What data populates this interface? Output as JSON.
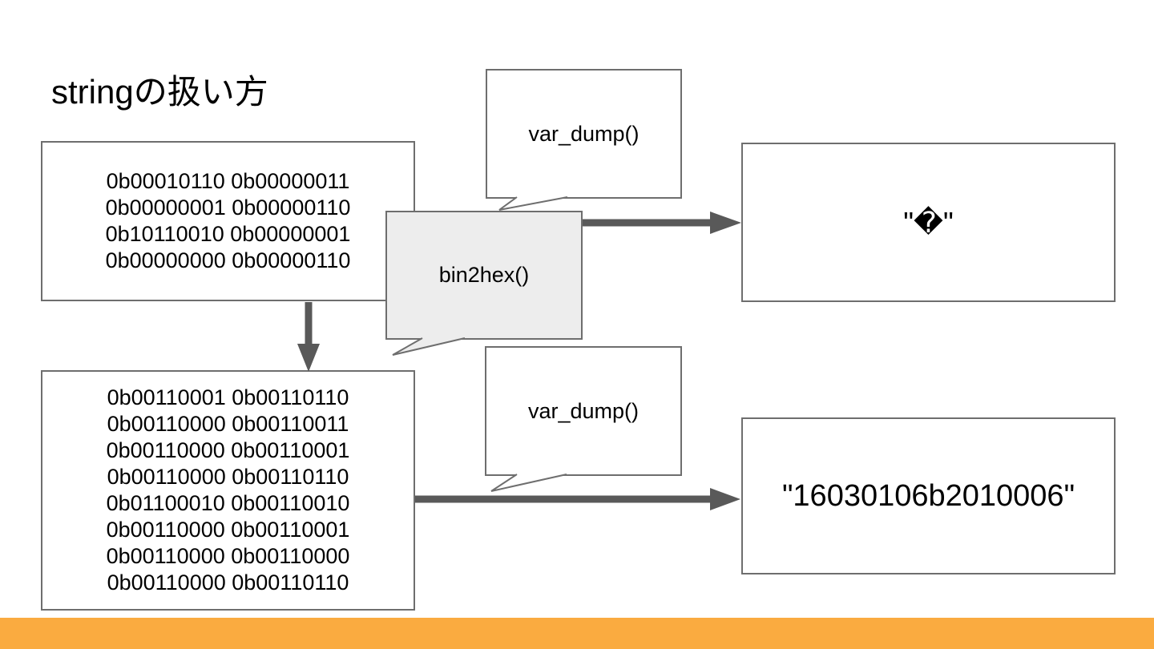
{
  "slide": {
    "title": "stringの扱い方",
    "colors": {
      "accent": "#FAAB40",
      "arrow": "#595959",
      "border": "#6E6E6E",
      "bubble_fill": "#EDEDED"
    }
  },
  "binary_box_top": {
    "lines": [
      "0b00010110 0b00000011",
      "0b00000001 0b00000110",
      "0b10110010 0b00000001",
      "0b00000000 0b00000110"
    ]
  },
  "binary_box_bottom": {
    "lines": [
      "0b00110001 0b00110110",
      "0b00110000 0b00110011",
      "0b00110000 0b00110001",
      "0b00110000 0b00110110",
      "0b01100010 0b00110010",
      "0b00110000 0b00110001",
      "0b00110000 0b00110000",
      "0b00110000 0b00110110"
    ]
  },
  "callouts": {
    "var_dump_top": "var_dump()",
    "bin2hex": "bin2hex()",
    "var_dump_bottom": "var_dump()"
  },
  "outputs": {
    "raw_string": "\"�\"",
    "hex_string": "\"16030106b2010006\""
  }
}
